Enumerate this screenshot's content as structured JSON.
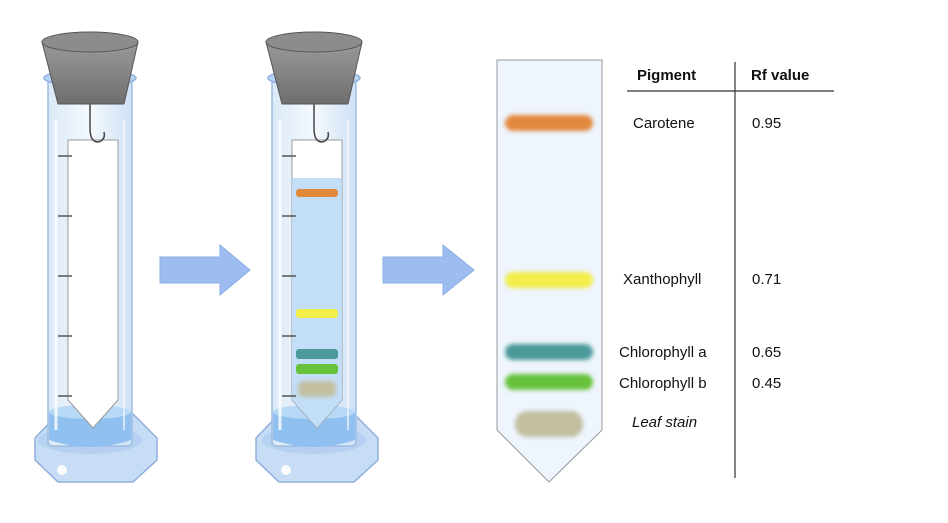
{
  "table": {
    "header_pigment": "Pigment",
    "header_rf": "Rf value",
    "rows": [
      {
        "pigment": "Carotene",
        "rf": "0.95",
        "color": "#e3893c"
      },
      {
        "pigment": "Xanthophyll",
        "rf": "0.71",
        "color": "#f3ee4a"
      },
      {
        "pigment": "Chlorophyll a",
        "rf": "0.65",
        "color": "#4c9a9a"
      },
      {
        "pigment": "Chlorophyll b",
        "rf": "0.45",
        "color": "#66c23a"
      },
      {
        "pigment": "Leaf stain",
        "rf": "",
        "color": "#c2bfa0"
      }
    ]
  },
  "colors": {
    "solvent": "#9cc9f2",
    "glass": "#cfe4f8",
    "stopper": "#8a8a8a",
    "arrow": "#9dbdf0"
  },
  "icons": {
    "stage_arrow_1": "right-arrow-icon",
    "stage_arrow_2": "right-arrow-icon"
  }
}
